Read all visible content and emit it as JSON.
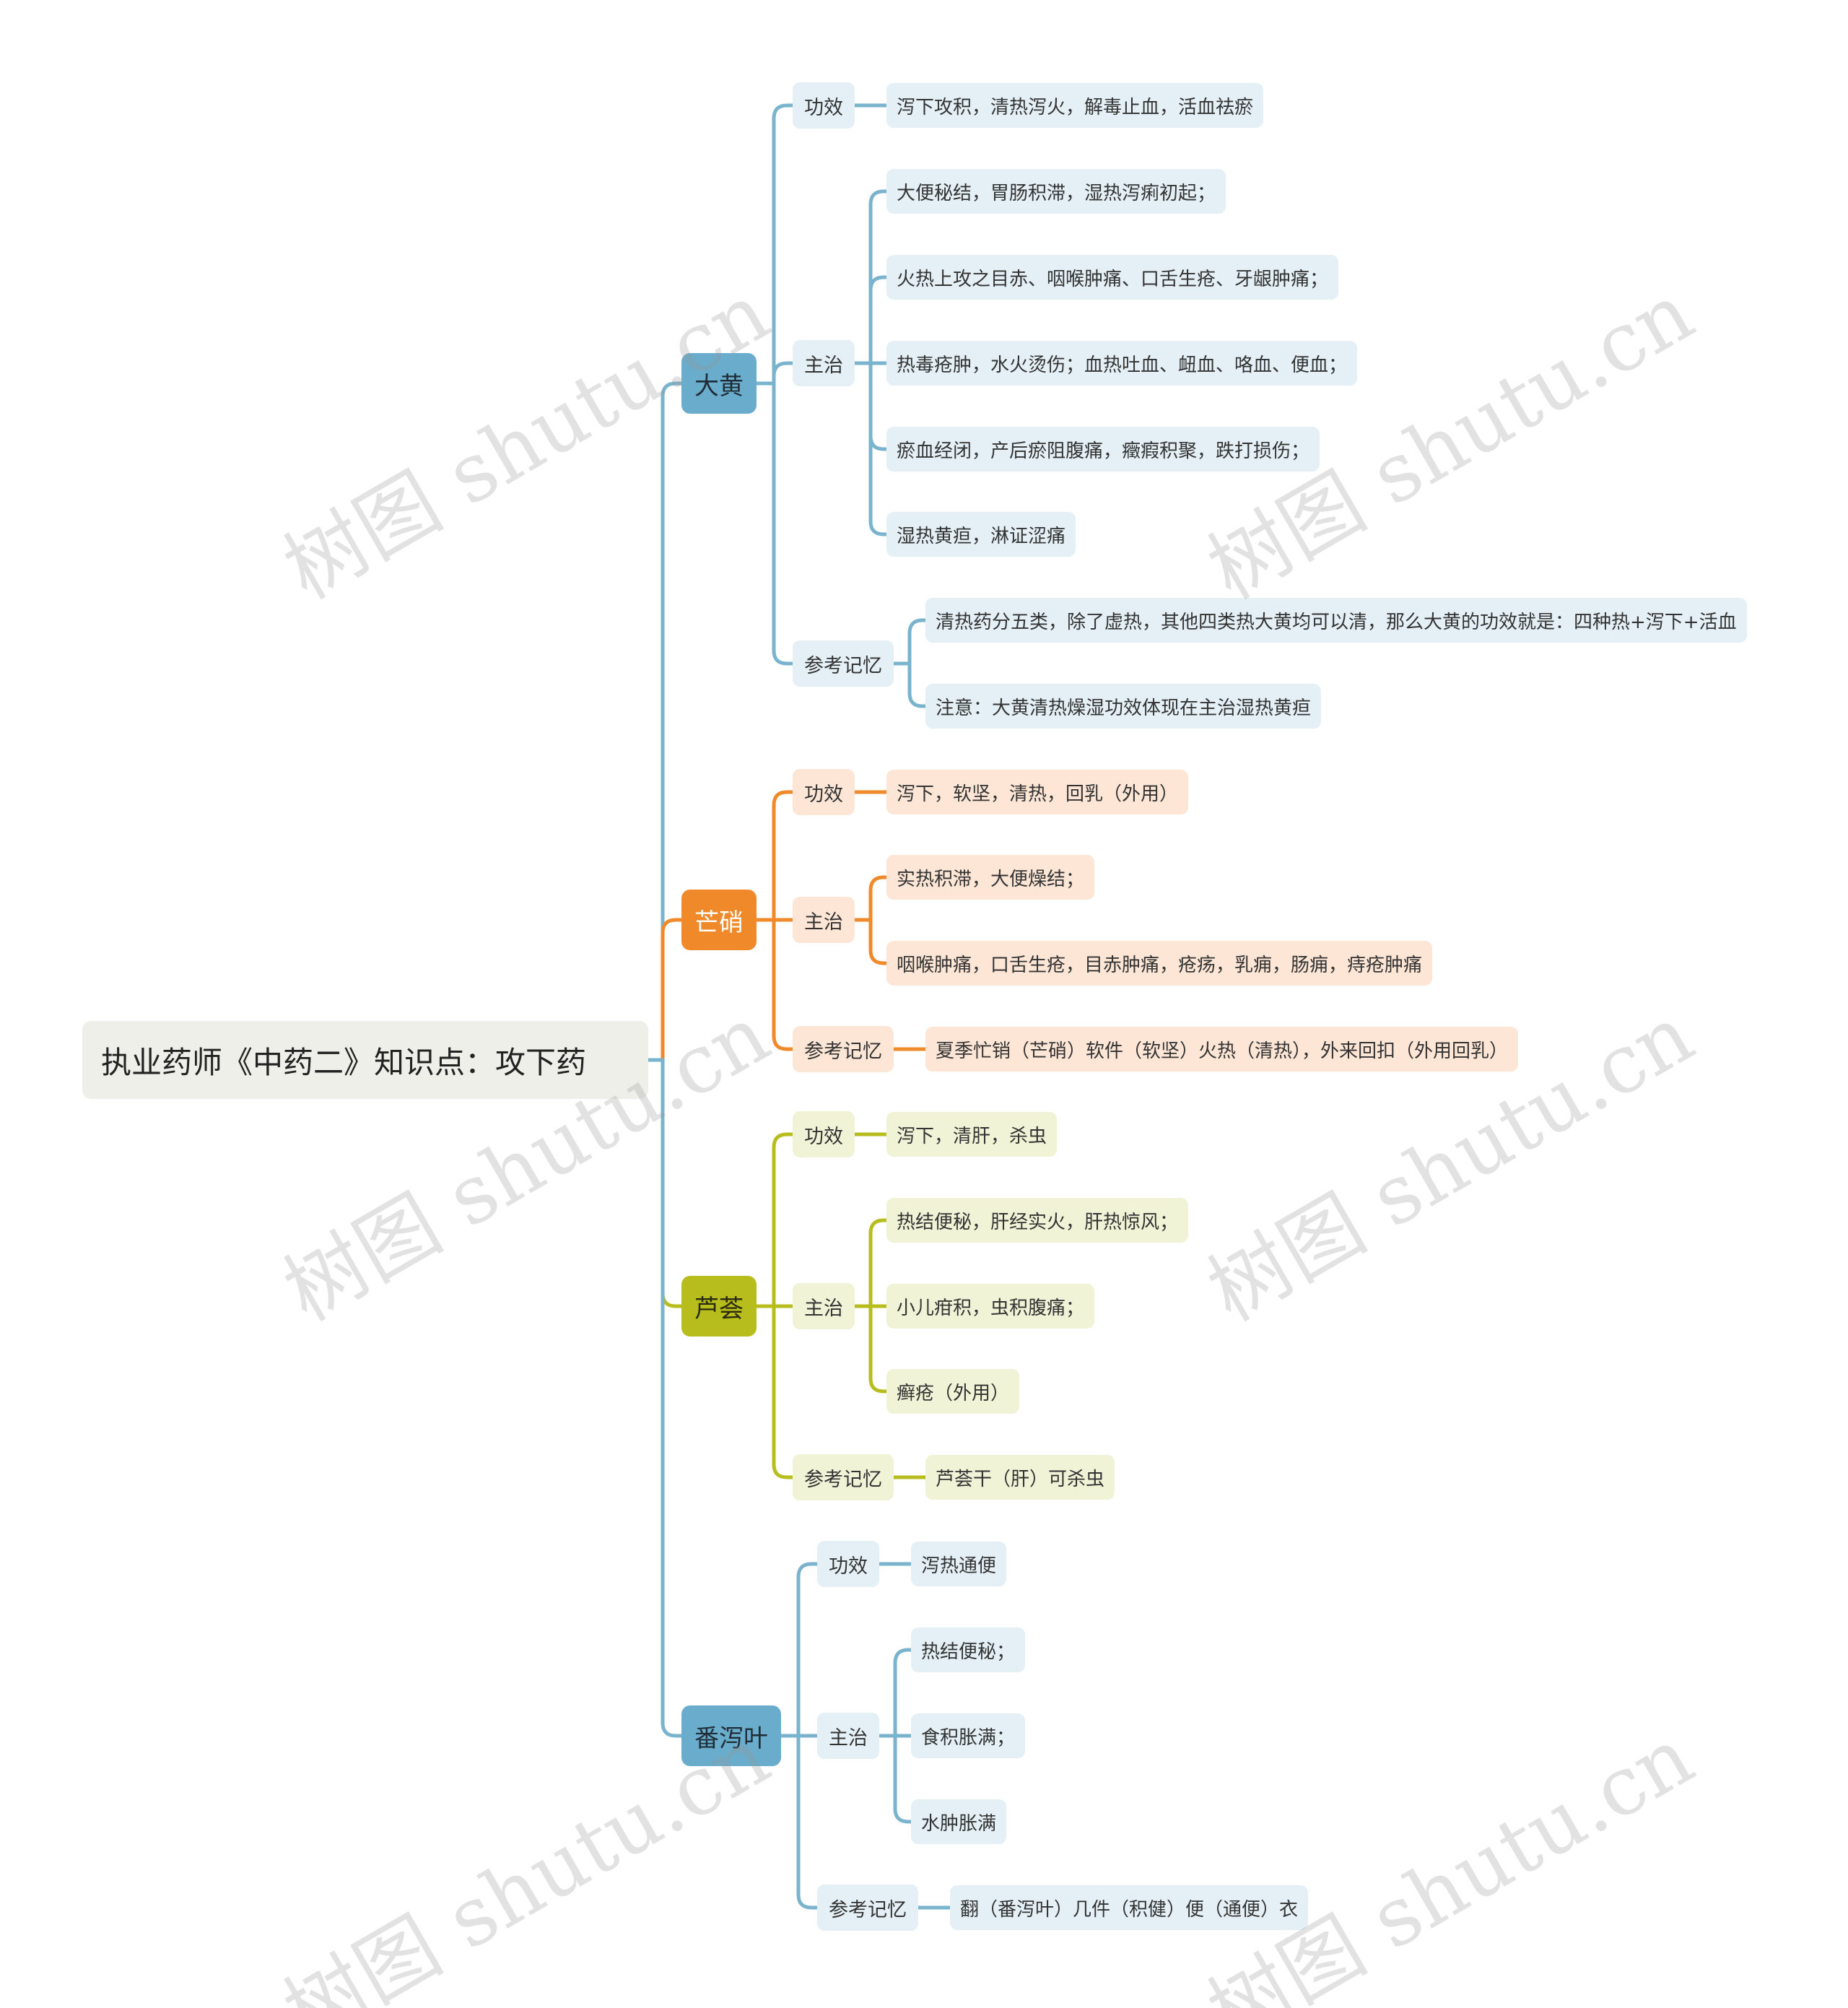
{
  "root": "执业药师《中药二》知识点：攻下药",
  "watermark": "树图 shutu.cn",
  "colors": {
    "blue": "#7ab3cd",
    "blue_drug": "#6aaccb",
    "blue_light": "#e4f0f6",
    "orange": "#f0892a",
    "orange_light": "#fde6d6",
    "olive": "#b6bd1c",
    "olive_light": "#f1f3d6",
    "root_bg": "#efefe9"
  },
  "drugs": [
    {
      "name": "大黄",
      "theme": "blue",
      "categories": [
        {
          "label": "功效",
          "items": [
            "泻下攻积，清热泻火，解毒止血，活血祛瘀"
          ]
        },
        {
          "label": "主治",
          "items": [
            "大便秘结，胃肠积滞，湿热泻痢初起；",
            "火热上攻之目赤、咽喉肿痛、口舌生疮、牙龈肿痛；",
            "热毒疮肿，水火烫伤；血热吐血、衄血、咯血、便血；",
            "瘀血经闭，产后瘀阻腹痛，癥瘕积聚，跌打损伤；",
            "湿热黄疸，淋证涩痛"
          ]
        },
        {
          "label": "参考记忆",
          "items": [
            "清热药分五类，除了虚热，其他四类热大黄均可以清，那么大黄的功效就是：四种热+泻下+活血",
            "注意：大黄清热燥湿功效体现在主治湿热黄疸"
          ]
        }
      ]
    },
    {
      "name": "芒硝",
      "theme": "orange",
      "categories": [
        {
          "label": "功效",
          "items": [
            "泻下，软坚，清热，回乳（外用）"
          ]
        },
        {
          "label": "主治",
          "items": [
            "实热积滞，大便燥结；",
            "咽喉肿痛，口舌生疮，目赤肿痛，疮疡，乳痈，肠痈，痔疮肿痛"
          ]
        },
        {
          "label": "参考记忆",
          "items": [
            "夏季忙销（芒硝）软件（软坚）火热（清热），外来回扣（外用回乳）"
          ]
        }
      ]
    },
    {
      "name": "芦荟",
      "theme": "olive",
      "categories": [
        {
          "label": "功效",
          "items": [
            "泻下，清肝，杀虫"
          ]
        },
        {
          "label": "主治",
          "items": [
            "热结便秘，肝经实火，肝热惊风；",
            "小儿疳积，虫积腹痛；",
            "癣疮（外用）"
          ]
        },
        {
          "label": "参考记忆",
          "items": [
            "芦荟干（肝）可杀虫"
          ]
        }
      ]
    },
    {
      "name": "番泻叶",
      "theme": "blue",
      "categories": [
        {
          "label": "功效",
          "items": [
            "泻热通便"
          ]
        },
        {
          "label": "主治",
          "items": [
            "热结便秘；",
            "食积胀满；",
            "水肿胀满"
          ]
        },
        {
          "label": "参考记忆",
          "items": [
            "翻（番泻叶）几件（积健）便（通便）衣"
          ]
        }
      ]
    }
  ]
}
